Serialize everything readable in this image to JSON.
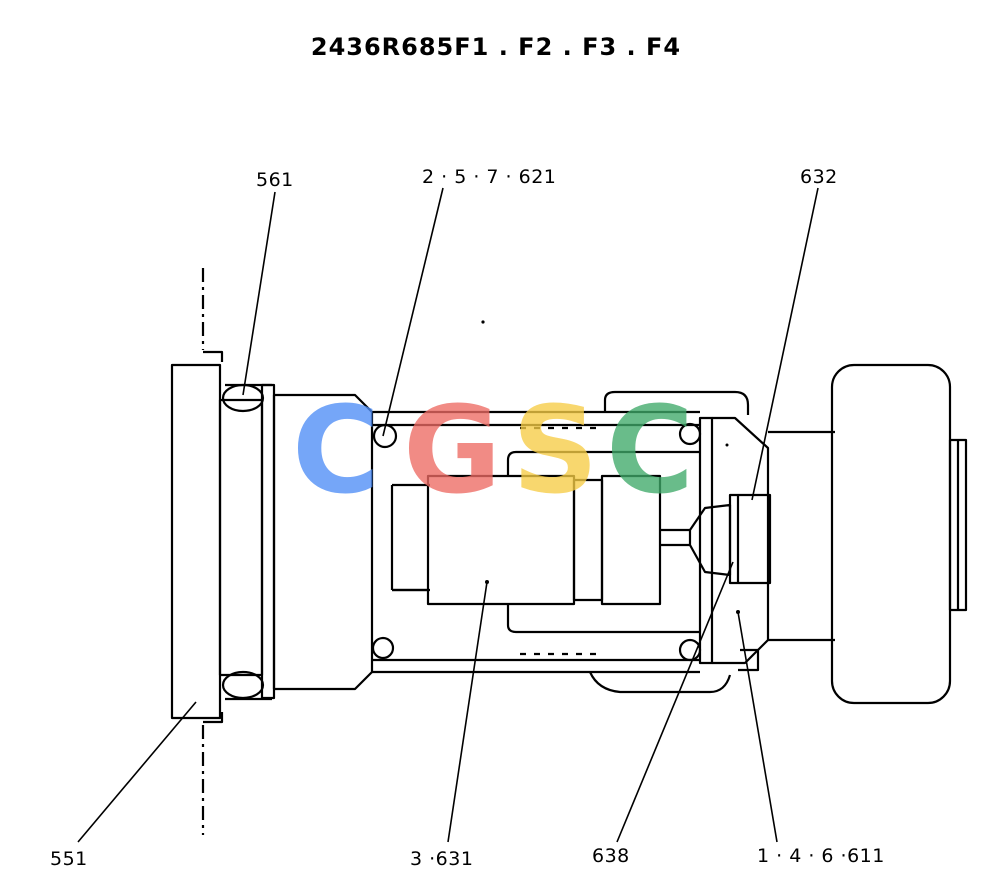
{
  "title": "2436R685F1 . F2 . F3 . F4",
  "callouts": {
    "c561": "561",
    "c2_5_7_621": "2 · 5 · 7 · 621",
    "c632": "632",
    "c551": "551",
    "c3_631": "3 ·631",
    "c638": "638",
    "c1_4_6_611": "1 · 4 · 6 ·611"
  },
  "watermark": {
    "letters": [
      "C",
      "G",
      "S",
      "C"
    ],
    "colors": [
      "#4f8ef7",
      "#ee6b64",
      "#f7cd46",
      "#3faa6a"
    ]
  }
}
